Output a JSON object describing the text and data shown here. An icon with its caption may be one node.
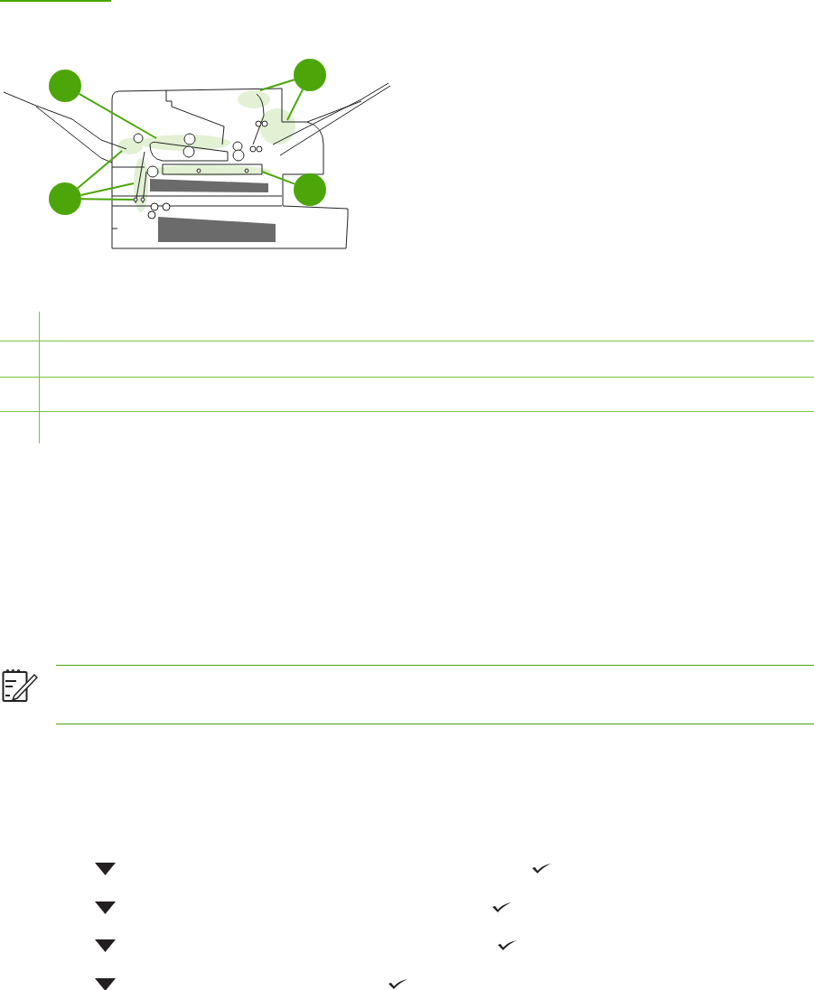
{
  "diagram": {
    "nodes": [
      {
        "text": [],
        "shape": "circle"
      },
      {
        "text": [],
        "shape": "circle"
      },
      {
        "text": [],
        "shape": "circle"
      },
      {
        "text": [],
        "shape": "circle"
      }
    ],
    "edges": [
      {
        "from": 0,
        "to": null,
        "arrow": "none"
      },
      {
        "from": 0,
        "to": null,
        "arrow": "none"
      },
      {
        "from": 1,
        "to": null,
        "arrow": "none"
      },
      {
        "from": 2,
        "to": null,
        "arrow": "none"
      },
      {
        "from": 3,
        "to": null,
        "arrow": "none"
      },
      {
        "from": 3,
        "to": null,
        "arrow": "none"
      },
      {
        "from": 3,
        "to": null,
        "arrow": "none"
      }
    ]
  }
}
